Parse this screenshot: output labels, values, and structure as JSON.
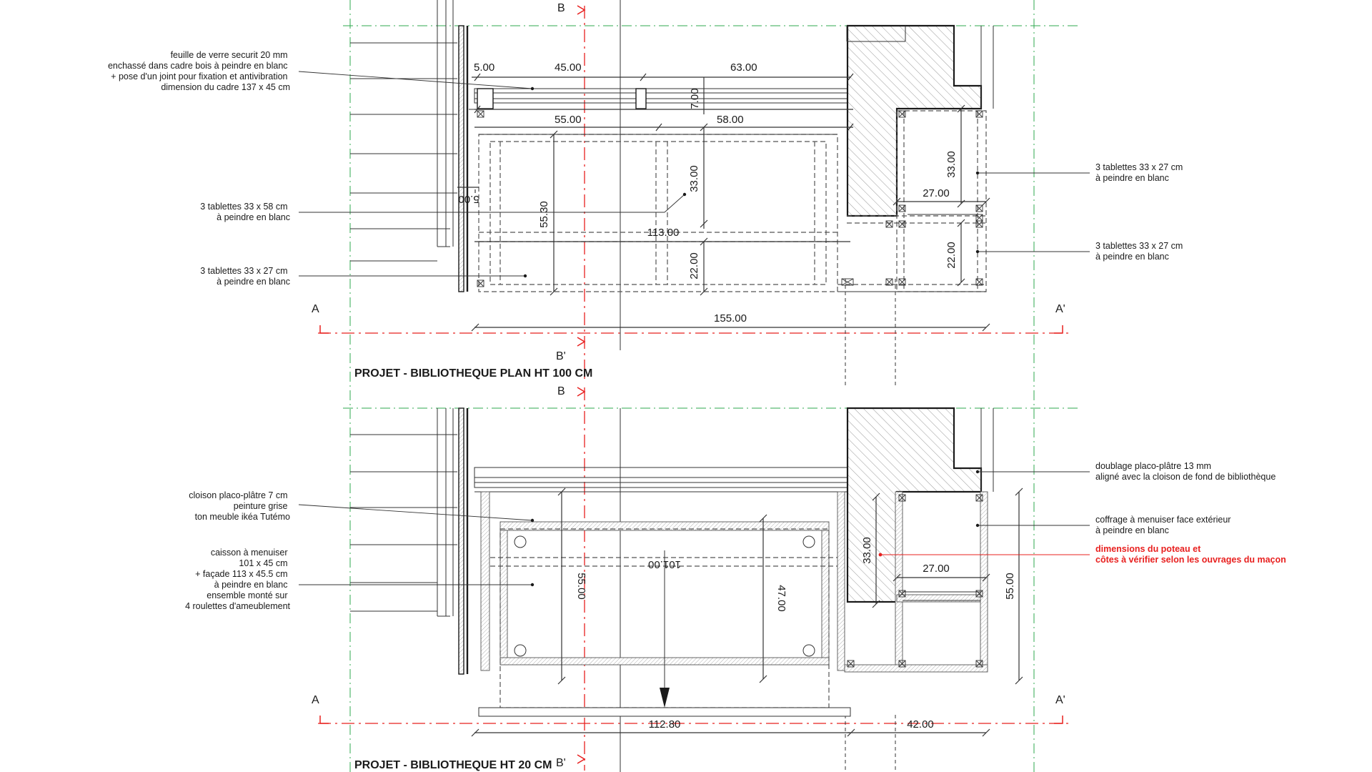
{
  "sections": {
    "top": {
      "title": "PROJET - BIBLIOTHEQUE PLAN HT 100 CM"
    },
    "bottom": {
      "title": "PROJET - BIBLIOTHEQUE HT 20 CM"
    }
  },
  "axis_labels": {
    "b": "B",
    "b_prime": "B'",
    "a": "A",
    "a_prime": "A'"
  },
  "top_dims": {
    "d5": "5.00",
    "d45": "45.00",
    "d63": "63.00",
    "d7": "7.00",
    "d55": "55.00",
    "d58": "58.00",
    "d33a": "33.00",
    "d33b": "33.00",
    "d5b": "5.00",
    "d55_30": "55.30",
    "d27": "27.00",
    "d113": "113.00",
    "d22a": "22.00",
    "d22b": "22.00",
    "d155": "155.00"
  },
  "bottom_dims": {
    "d55": "55.00",
    "d101": "101.00",
    "d47": "47.00",
    "d33": "33.00",
    "d27": "27.00",
    "d55r": "55.00",
    "d112": "112.80",
    "d42": "42.00"
  },
  "notes_top": {
    "verre": [
      "feuille de verre securit 20 mm",
      "enchassé dans cadre bois à peindre en blanc",
      "+ pose d'un joint pour fixation et antivibration",
      "dimension du cadre 137 x 45 cm"
    ],
    "tab58": [
      "3 tablettes 33 x 58 cm",
      "à peindre en blanc"
    ],
    "tab27l": [
      "3 tablettes 33 x 27 cm",
      "à peindre en blanc"
    ],
    "tab27r1": [
      "3 tablettes 33 x 27 cm",
      "à peindre en blanc"
    ],
    "tab27r2": [
      "3 tablettes 33 x 27 cm",
      "à peindre en blanc"
    ]
  },
  "notes_bottom": {
    "cloison": [
      "cloison placo-plâtre 7 cm",
      "peinture grise",
      "ton meuble ikéa Tutémo"
    ],
    "caisson": [
      "caisson à menuiser",
      "101 x 45 cm",
      "+ façade 113 x 45.5 cm",
      "à peindre en blanc",
      "ensemble monté sur",
      "4 roulettes d'ameublement"
    ],
    "doublage": [
      "doublage placo-plâtre 13 mm",
      "aligné avec la cloison de fond de bibliothèque"
    ],
    "coffrage": [
      "coffrage à menuiser face extérieur",
      "à peindre en blanc"
    ],
    "poteau": [
      "dimensions du poteau et",
      "côtes à vérifier selon les ouvrages du maçon"
    ]
  },
  "colors": {
    "axis_red": "#e8201f",
    "grid_green": "#2fa84f",
    "ink": "#1a1a1a"
  }
}
